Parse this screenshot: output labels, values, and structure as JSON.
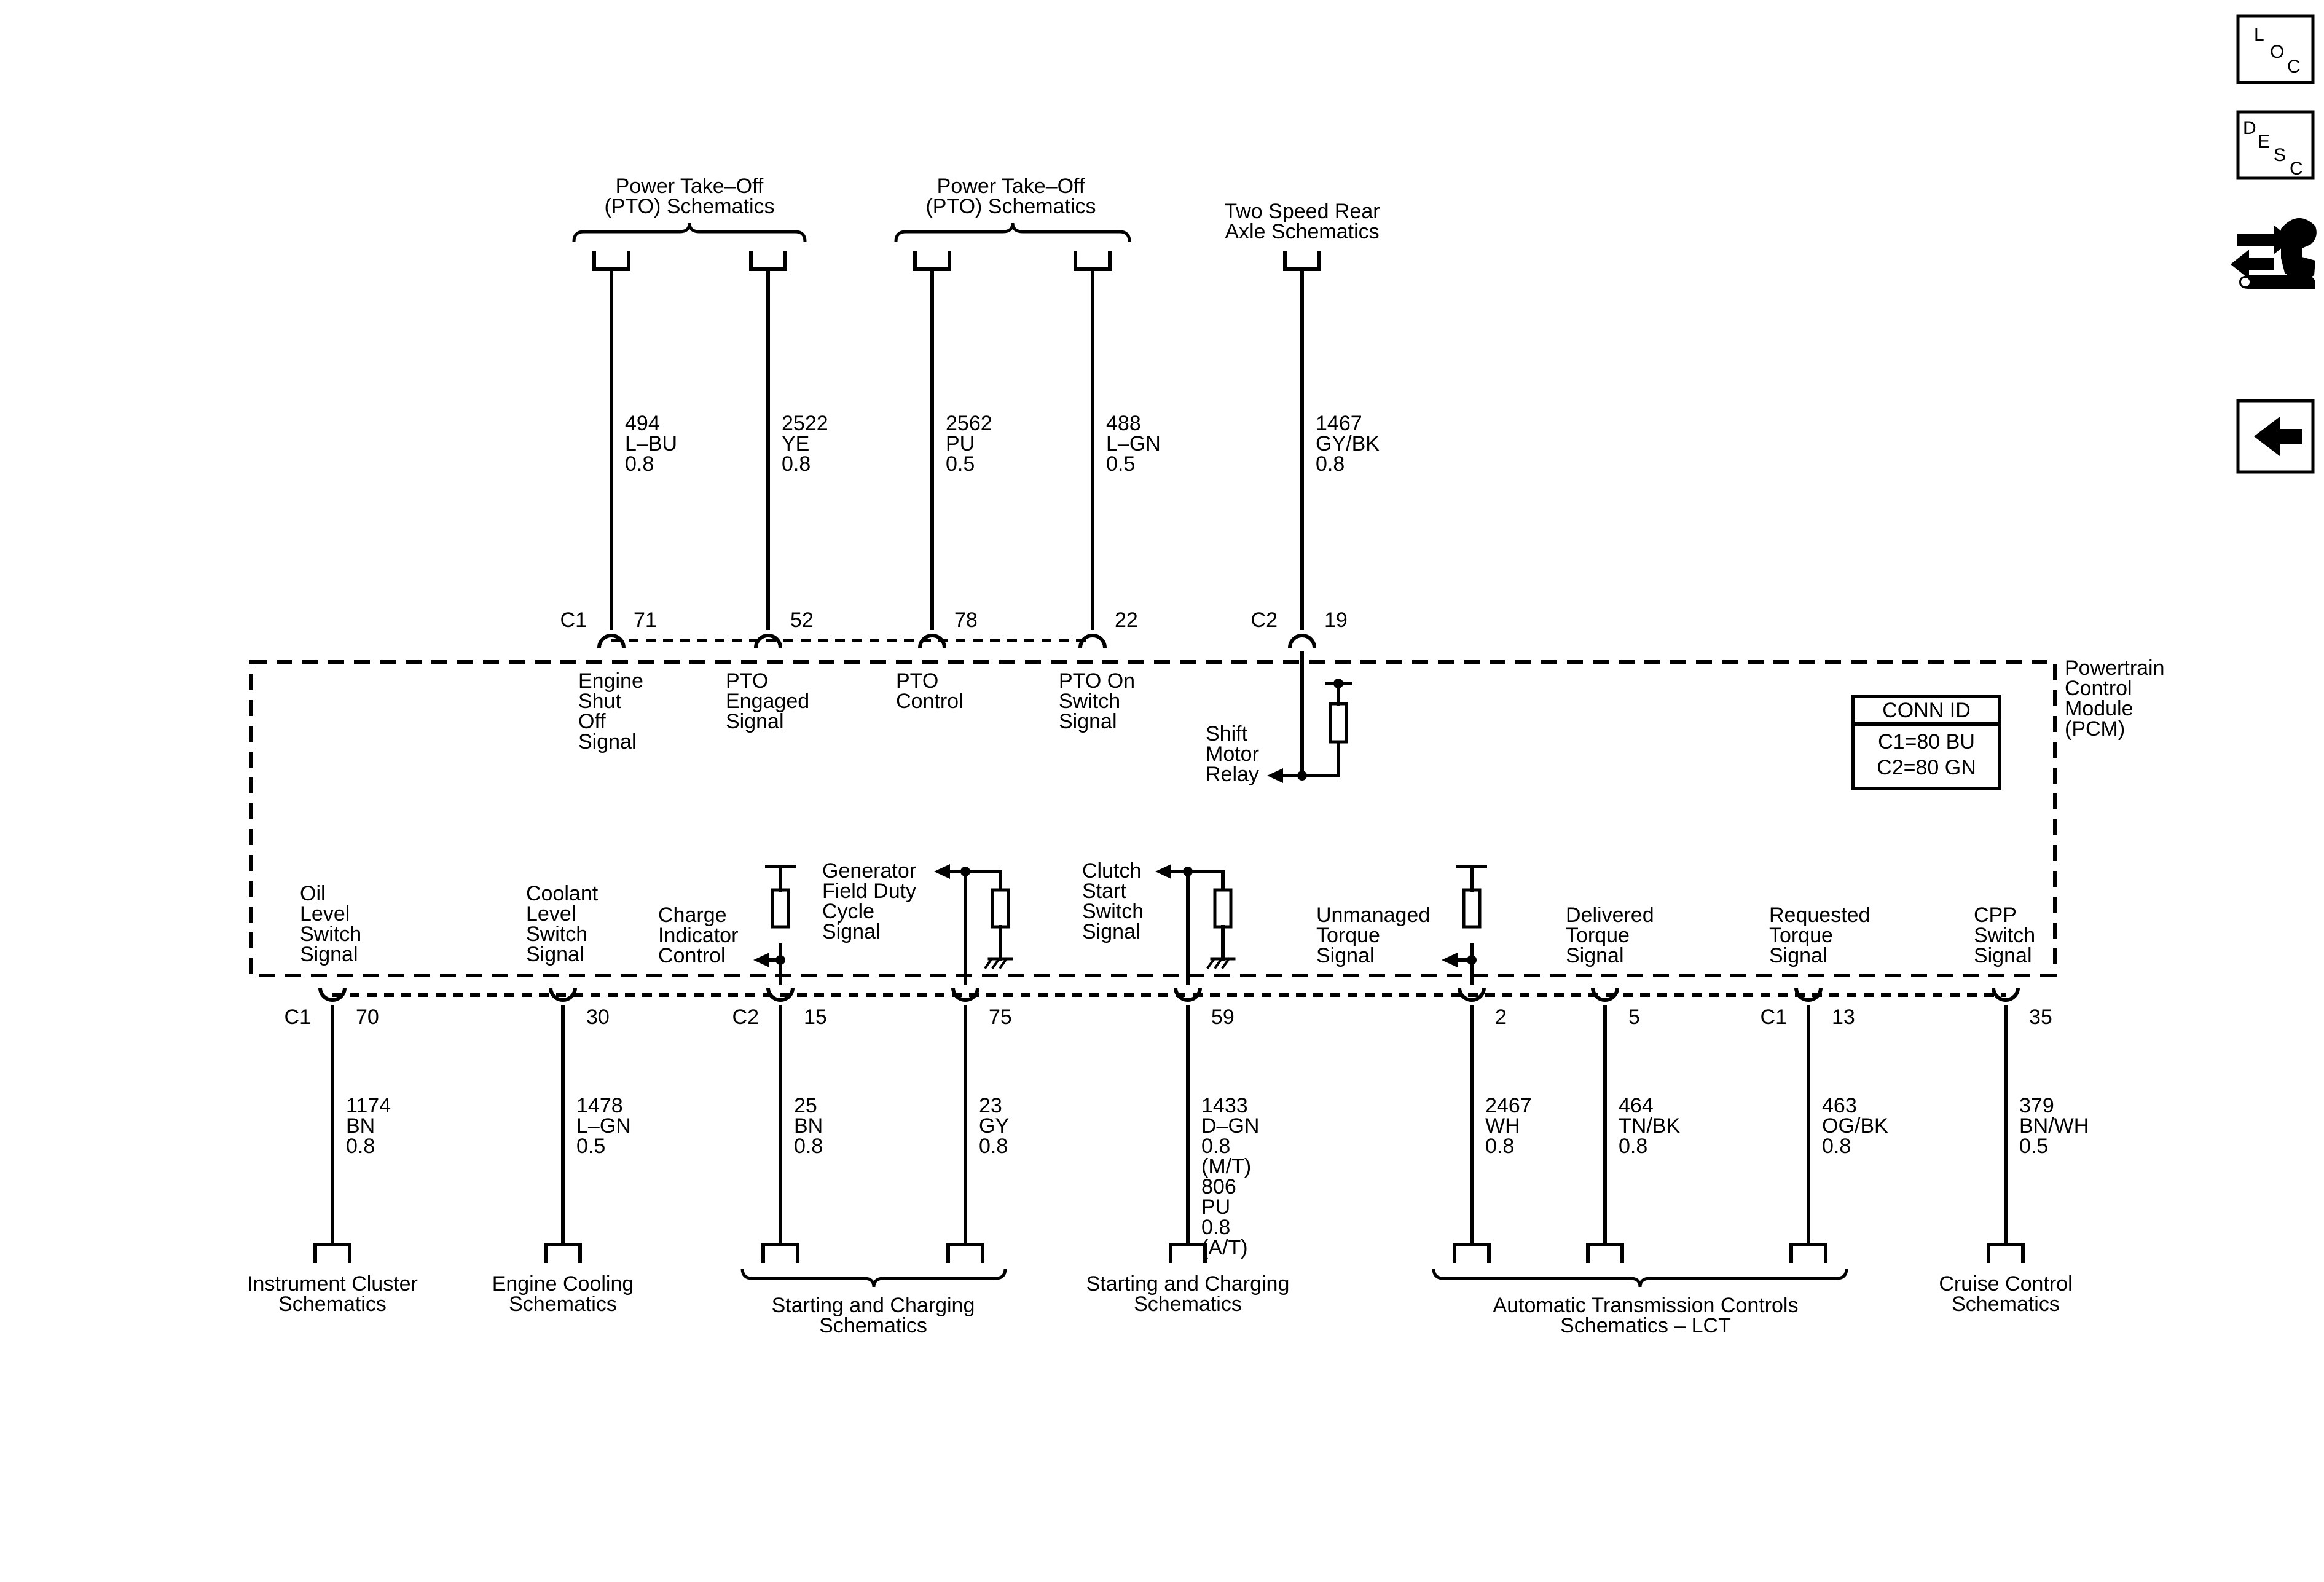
{
  "module": {
    "name_lines": [
      "Powertrain",
      "Control",
      "Module",
      "(PCM)"
    ],
    "conn_id": {
      "title": "CONN ID",
      "rows": [
        "C1=80 BU",
        "C2=80 GN"
      ]
    }
  },
  "nav": {
    "loc": "LOC",
    "desc": "DESC"
  },
  "top_destinations": [
    {
      "lines": [
        "Power Take–Off",
        "(PTO) Schematics"
      ]
    },
    {
      "lines": [
        "Power Take–Off",
        "(PTO) Schematics"
      ]
    },
    {
      "lines": [
        "Two Speed Rear",
        "Axle Schematics"
      ]
    }
  ],
  "top_pins": [
    {
      "connector": "C1",
      "pin": "71",
      "circuit": [
        "494",
        "L–BU",
        "0.8"
      ],
      "signal": [
        "Engine",
        "Shut",
        "Off",
        "Signal"
      ]
    },
    {
      "connector": "",
      "pin": "52",
      "circuit": [
        "2522",
        "YE",
        "0.8"
      ],
      "signal": [
        "PTO",
        "Engaged",
        "Signal"
      ]
    },
    {
      "connector": "",
      "pin": "78",
      "circuit": [
        "2562",
        "PU",
        "0.5"
      ],
      "signal": [
        "PTO",
        "Control"
      ]
    },
    {
      "connector": "",
      "pin": "22",
      "circuit": [
        "488",
        "L–GN",
        "0.5"
      ],
      "signal": [
        "PTO On",
        "Switch",
        "Signal"
      ]
    },
    {
      "connector": "C2",
      "pin": "19",
      "circuit": [
        "1467",
        "GY/BK",
        "0.8"
      ],
      "signal": [
        "Shift",
        "Motor",
        "Relay"
      ]
    }
  ],
  "bottom_pins": [
    {
      "connector": "C1",
      "pin": "70",
      "circuit": [
        "1174",
        "BN",
        "0.8"
      ],
      "signal": [
        "Oil",
        "Level",
        "Switch",
        "Signal"
      ]
    },
    {
      "connector": "",
      "pin": "30",
      "circuit": [
        "1478",
        "L–GN",
        "0.5"
      ],
      "signal": [
        "Coolant",
        "Level",
        "Switch",
        "Signal"
      ]
    },
    {
      "connector": "C2",
      "pin": "15",
      "circuit": [
        "25",
        "BN",
        "0.8"
      ],
      "signal": [
        "Charge",
        "Indicator",
        "Control"
      ]
    },
    {
      "connector": "",
      "pin": "75",
      "circuit": [
        "23",
        "GY",
        "0.8"
      ],
      "signal": [
        "Generator",
        "Field Duty",
        "Cycle",
        "Signal"
      ]
    },
    {
      "connector": "",
      "pin": "59",
      "circuit": [
        "1433",
        "D–GN",
        "0.8",
        "(M/T)",
        "806",
        "PU",
        "0.8",
        "(A/T)"
      ],
      "signal": [
        "Clutch",
        "Start",
        "Switch",
        "Signal"
      ]
    },
    {
      "connector": "",
      "pin": "2",
      "circuit": [
        "2467",
        "WH",
        "0.8"
      ],
      "signal": [
        "Unmanaged",
        "Torque",
        "Signal"
      ]
    },
    {
      "connector": "",
      "pin": "5",
      "circuit": [
        "464",
        "TN/BK",
        "0.8"
      ],
      "signal": [
        "Delivered",
        "Torque",
        "Signal"
      ]
    },
    {
      "connector": "C1",
      "pin": "13",
      "circuit": [
        "463",
        "OG/BK",
        "0.8"
      ],
      "signal": [
        "Requested",
        "Torque",
        "Signal"
      ]
    },
    {
      "connector": "",
      "pin": "35",
      "circuit": [
        "379",
        "BN/WH",
        "0.5"
      ],
      "signal": [
        "CPP",
        "Switch",
        "Signal"
      ]
    }
  ],
  "bottom_destinations": [
    {
      "lines": [
        "Instrument Cluster",
        "Schematics"
      ]
    },
    {
      "lines": [
        "Engine Cooling",
        "Schematics"
      ]
    },
    {
      "lines": [
        "Starting and Charging",
        "Schematics"
      ]
    },
    {
      "lines": [
        "Starting and Charging",
        "Schematics"
      ]
    },
    {
      "lines": [
        "Automatic Transmission Controls",
        "Schematics – LCT"
      ]
    },
    {
      "lines": [
        "Cruise Control",
        "Schematics"
      ]
    }
  ]
}
